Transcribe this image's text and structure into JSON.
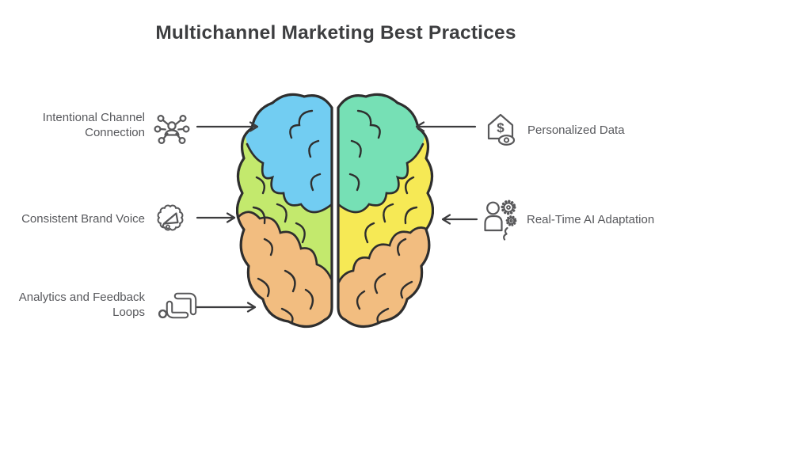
{
  "title": "Multichannel Marketing Best Practices",
  "left_items": [
    {
      "label": "Intentional Channel Connection",
      "icon": "person-network-icon"
    },
    {
      "label": "Consistent Brand Voice",
      "icon": "megaphone-burst-icon"
    },
    {
      "label": "Analytics and Feedback Loops",
      "icon": "feedback-loops-icon"
    }
  ],
  "right_items": [
    {
      "label": "Personalized Data",
      "icon": "house-dollar-eye-icon",
      "glyph": "$"
    },
    {
      "label": "Real-Time AI Adaptation",
      "icon": "person-gears-icon"
    }
  ],
  "brain": {
    "view": "top view, two hemispheres",
    "left_hemisphere_lobes": [
      "blue-top-medial",
      "green-middle",
      "orange-bottom"
    ],
    "right_hemisphere_lobes": [
      "teal-top-medial",
      "yellow-middle",
      "orange-bottom"
    ]
  },
  "colors": {
    "lobe_blue": "#72cdf2",
    "lobe_teal": "#76e0b5",
    "lobe_green": "#c3e96d",
    "lobe_yellow": "#f6e95599",
    "lobe_yellow_solid": "#f6e955",
    "lobe_orange": "#f2bd80",
    "outline": "#2e2e2e",
    "label_text": "#57585c",
    "title_text": "#3d3e40",
    "icon_stroke": "#58585a",
    "arrow": "#3c3c3e",
    "background": "#ffffff"
  }
}
